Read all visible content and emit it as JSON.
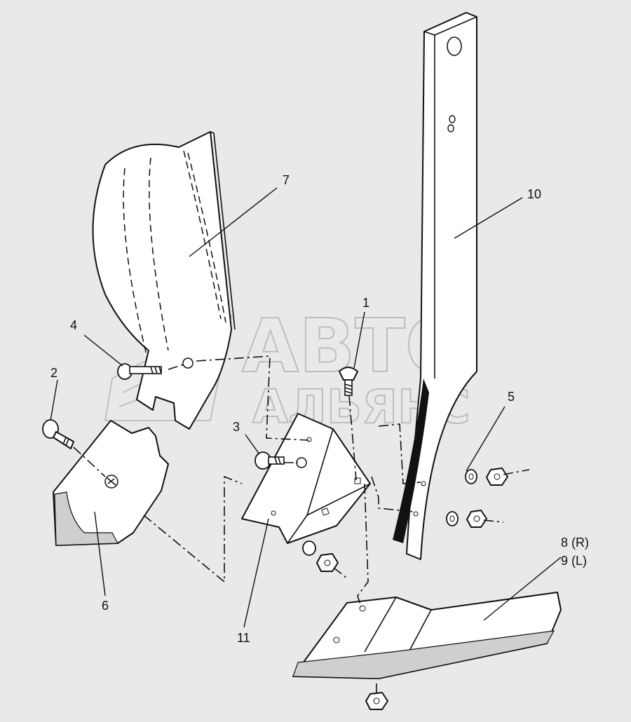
{
  "watermark": {
    "line1": "АВТО",
    "line2": "АЛЬЯНС"
  },
  "callouts": {
    "c1": "1",
    "c2": "2",
    "c3": "3",
    "c4": "4",
    "c5": "5",
    "c6": "6",
    "c7": "7",
    "c8": "8 (R)",
    "c9": "9 (L)",
    "c10": "10",
    "c11": "11"
  }
}
